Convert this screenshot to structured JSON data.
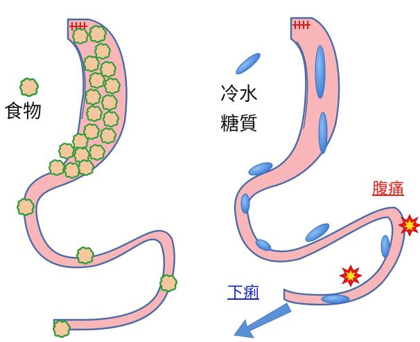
{
  "labels": {
    "food": "食物",
    "cold_water": "冷水",
    "sugar": "糖質",
    "abdominal_pain": "腹痛",
    "diarrhea": "下痢"
  },
  "colors": {
    "tube_fill": "#f9b6b8",
    "tube_stroke": "#4a6aa6",
    "food_fill": "#f4c79f",
    "food_stroke": "#2f9e3a",
    "water_fill": "#4a86d8",
    "pain_label": "#e8201a",
    "diarrhea_label": "#1a28c8",
    "arrow": "#5b8fd6",
    "burst_outer": "#e81818",
    "burst_inner": "#ffe21a",
    "sphincter": "#d0201a"
  },
  "icons": {
    "pain_marker": "explosion-burst-icon",
    "flow_arrow": "arrow-down-left-icon"
  }
}
